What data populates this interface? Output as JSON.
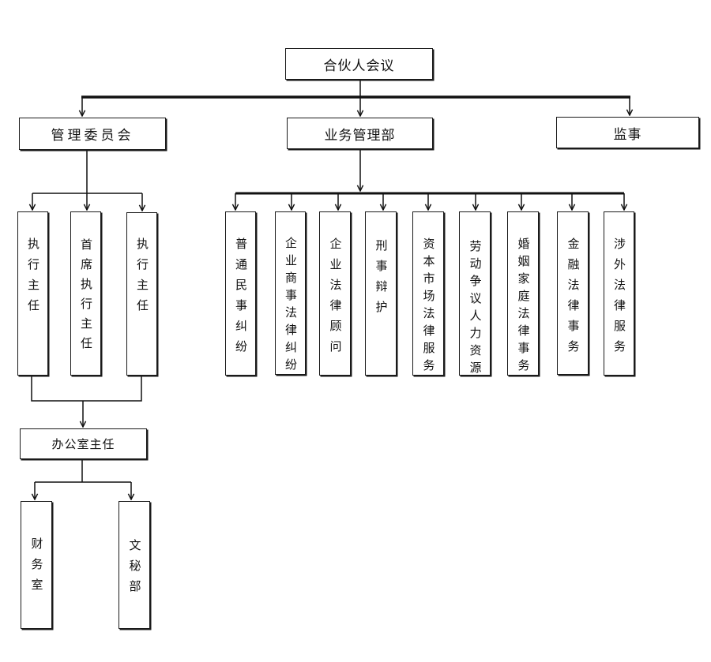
{
  "top": {
    "label": "合伙人会议"
  },
  "level1": {
    "management": "管理委员会",
    "business": "业务管理部",
    "supervisor": "监事"
  },
  "management_children": [
    "执行主任",
    "首席执行主任",
    "执行主任"
  ],
  "office": {
    "label": "办公室主任",
    "children": [
      "财务室",
      "文秘部"
    ]
  },
  "business_children": [
    "普通民事纠纷",
    "企业商事法律纠纷",
    "企业法律顾问",
    "刑事辩护",
    "资本市场法律服务",
    "劳动争议人力资源",
    "婚姻家庭法律事务",
    "金融法律事务",
    "涉外法律服务"
  ]
}
